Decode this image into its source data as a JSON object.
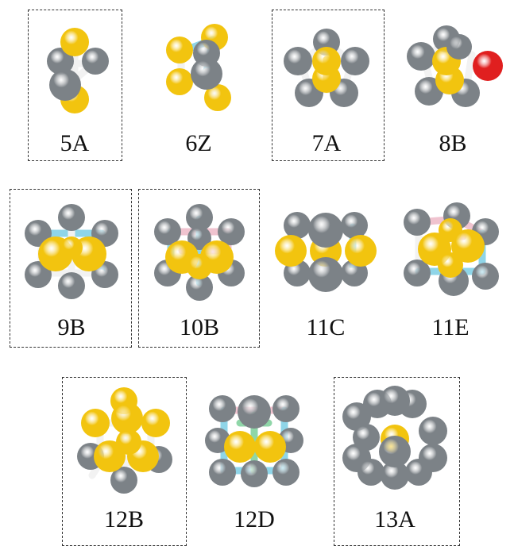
{
  "colors": {
    "yellow": "#f2c40f",
    "gray": "#7c8287",
    "red": "#e01f1f",
    "bond_white": "#f2f2f2",
    "bond_cyan": "#8fd5e8",
    "bond_pink": "#f0c3cf",
    "bond_green": "#8fd6a8",
    "dashed_border": "#333333"
  },
  "clusters": [
    {
      "label": "5A",
      "boxed": true
    },
    {
      "label": "6Z",
      "boxed": false
    },
    {
      "label": "7A",
      "boxed": true
    },
    {
      "label": "8B",
      "boxed": false
    },
    {
      "label": "9B",
      "boxed": true
    },
    {
      "label": "10B",
      "boxed": true
    },
    {
      "label": "11C",
      "boxed": false
    },
    {
      "label": "11E",
      "boxed": false
    },
    {
      "label": "12B",
      "boxed": true
    },
    {
      "label": "12D",
      "boxed": false
    },
    {
      "label": "13A",
      "boxed": true
    }
  ]
}
